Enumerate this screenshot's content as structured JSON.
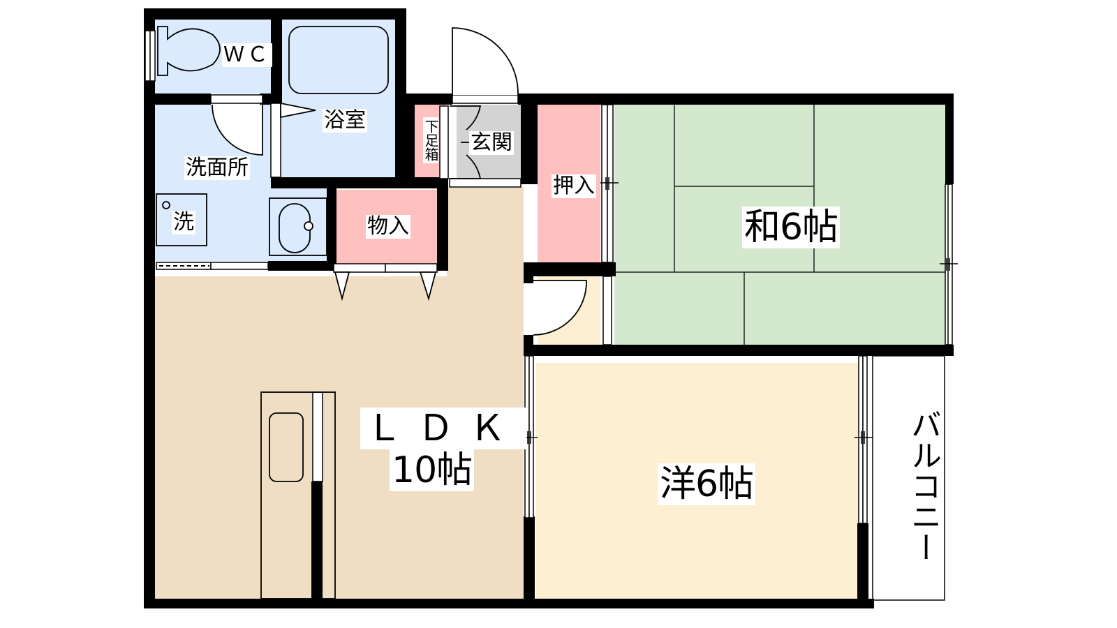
{
  "floor_plan": {
    "colors": {
      "wall": "#000000",
      "wet_area": "#dbeafd",
      "storage": "#ffc0c0",
      "entrance": "#d3d3d3",
      "ldk": "#efdec4",
      "western_room": "#fdf0d2",
      "japanese_room": "#d3e8cc",
      "balcony": "#ffffff"
    },
    "rooms": {
      "wc": {
        "label": "ＷＣ"
      },
      "bathroom": {
        "label": "浴室"
      },
      "washroom": {
        "label": "洗面所"
      },
      "washer": {
        "label": "洗"
      },
      "shoe_cabinet": {
        "label": "下足箱"
      },
      "entrance": {
        "label": "玄関"
      },
      "storage_ldk": {
        "label": "物入"
      },
      "closet": {
        "label": "押入"
      },
      "japanese_room": {
        "label": "和6帖",
        "type": "和室",
        "size_jo": 6
      },
      "ldk": {
        "label_line1": "ＬＤＫ",
        "label_line2": "10帖",
        "size_jo": 10
      },
      "western_room": {
        "label": "洋6帖",
        "type": "洋室",
        "size_jo": 6
      },
      "balcony": {
        "label": "バルコニー"
      }
    }
  }
}
